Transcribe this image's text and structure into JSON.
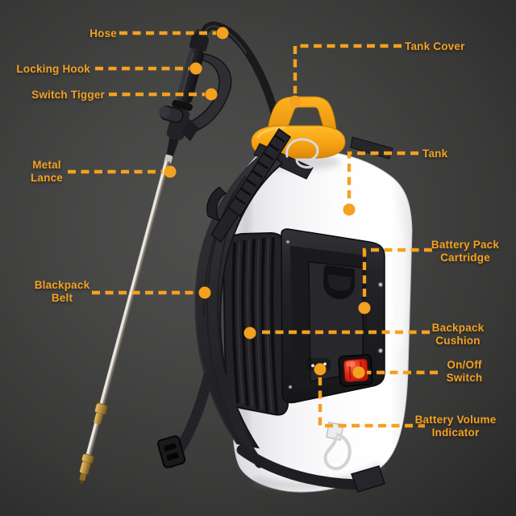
{
  "figure": {
    "type": "annotated-product-diagram",
    "subject": "backpack-sprayer"
  },
  "colors": {
    "label_text": "#F4A11F",
    "leader_line": "#F4A11F",
    "background_center": "#464645",
    "background_edge": "#252525",
    "tank_cover_orange": "#F7A114",
    "tank_white": "#F5F5F6",
    "switch_red": "#D6190C",
    "strap_black": "#2A2A2E",
    "battery_box_black": "#1D1D20",
    "lance_silver": "#C9C5BA",
    "brass": "#B98E3E"
  },
  "labels": [
    {
      "id": "hose",
      "text": "Hose"
    },
    {
      "id": "locking-hook",
      "text": "Locking Hook"
    },
    {
      "id": "switch-tigger",
      "text": "Switch Tigger"
    },
    {
      "id": "metal-lance",
      "text": "Metal\nLance"
    },
    {
      "id": "blackpack-belt",
      "text": "Blackpack\nBelt"
    },
    {
      "id": "tank-cover",
      "text": "Tank Cover"
    },
    {
      "id": "tank",
      "text": "Tank"
    },
    {
      "id": "battery-pack-cartridge",
      "text": "Battery Pack\nCartridge"
    },
    {
      "id": "backpack-cushion",
      "text": "Backpack\nCushion"
    },
    {
      "id": "on-off-switch",
      "text": "On/Off\nSwitch"
    },
    {
      "id": "battery-volume-indicator",
      "text": "Battery Volume\nIndicator"
    }
  ]
}
